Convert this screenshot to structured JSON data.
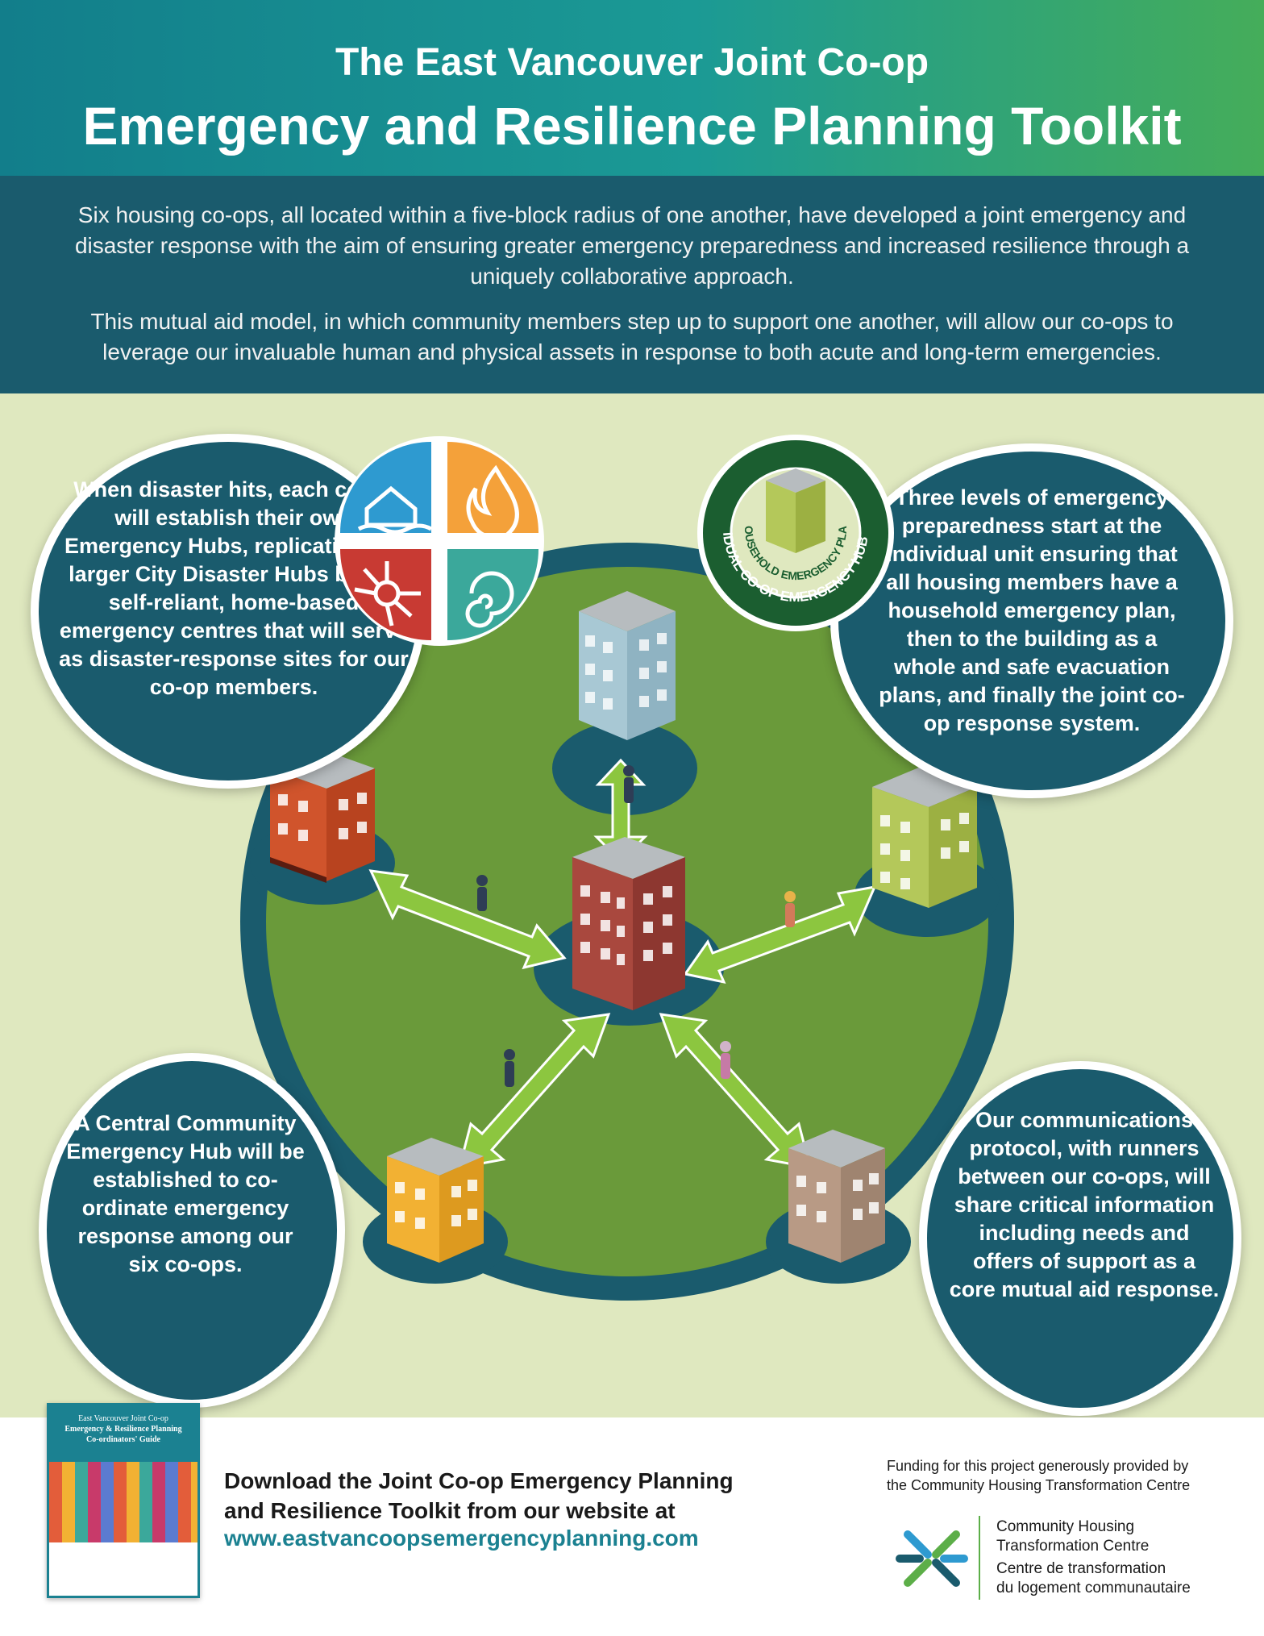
{
  "header": {
    "subtitle": "The East Vancouver Joint Co-op",
    "title": "Emergency and Resilience Planning Toolkit"
  },
  "intro": {
    "paragraph1": "Six housing co-ops, all located within a five-block radius of one another, have developed a joint emergency and disaster response with the aim of ensuring greater emergency preparedness and increased resilience through a uniquely collaborative approach.",
    "paragraph2": "This mutual aid model, in which community members step up to support one another, will allow our co-ops to leverage our invaluable human and physical assets in response to both acute and long-term emergencies."
  },
  "callouts": {
    "top_left": "When disaster hits, each co-op will establish their own Emergency Hubs, replicating the larger City Disaster Hubs but as self-reliant, home-based emergency centres that will serve as disaster-response sites for our co-op members.",
    "top_right": "Three levels of emergency preparedness start at the individual unit ensuring that all housing members have a household emergency plan, then to the building as a whole and safe evacuation plans, and finally the joint co-op response system.",
    "bottom_left": "A Central Community Emergency Hub will be established to co-ordinate emergency response among our six co-ops.",
    "bottom_right": "Our communications protocol, with runners between our co-ops, will share critical information including needs and offers of support as a core mutual aid response."
  },
  "seal": {
    "ring_outer": "INDIVIDUAL CO-OP EMERGENCY HUB PLAN",
    "ring_inner": "HOUSEHOLD EMERGENCY PLAN"
  },
  "hazard_icons": [
    "flood-icon",
    "wildfire-icon",
    "earthquake-icon",
    "storm-icon"
  ],
  "booklet": {
    "line1": "East Vancouver Joint Co-op",
    "line2": "Emergency & Resilience Planning",
    "line3": "Co-ordinators' Guide"
  },
  "footer": {
    "download_line1": "Download the Joint Co-op Emergency Planning",
    "download_line2": "and Resilience Toolkit from our website at",
    "url": "www.eastvancoopsemergencyplanning.com",
    "funding_line1": "Funding for this project generously provided by",
    "funding_line2": "the Community Housing Transformation Centre",
    "org_en_line1": "Community Housing",
    "org_en_line2": "Transformation Centre",
    "org_fr_line1": "Centre de transformation",
    "org_fr_line2": "du logement communautaire"
  },
  "colors": {
    "teal_dark": "#1a5b6d",
    "header_green": "#45ad5a",
    "field_green": "#6a9a3a",
    "arrow_green": "#8cc63f",
    "background": "#dfe8bf",
    "url_teal": "#1b8191"
  }
}
